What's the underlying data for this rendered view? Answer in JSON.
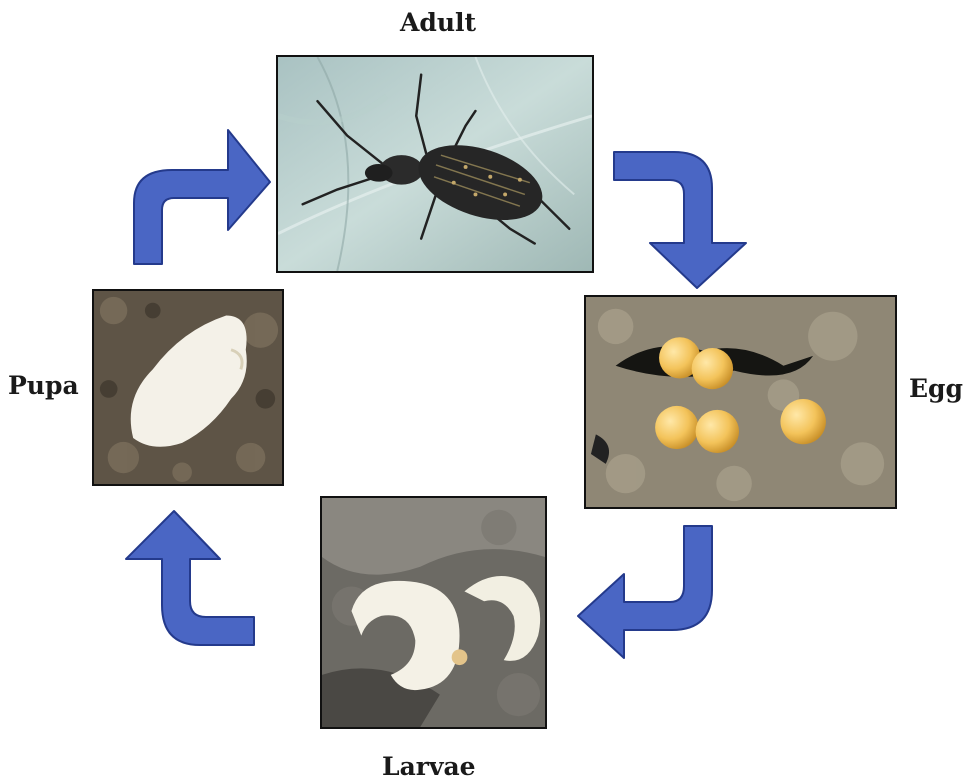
{
  "diagram": {
    "stages": {
      "adult": "Adult",
      "egg": "Egg",
      "larvae": "Larvae",
      "pupa": "Pupa"
    },
    "arrow_color": "#4a66c4",
    "arrow_outline": "#243a8c",
    "cycle_order": [
      "Adult",
      "Egg",
      "Larvae",
      "Pupa"
    ]
  }
}
